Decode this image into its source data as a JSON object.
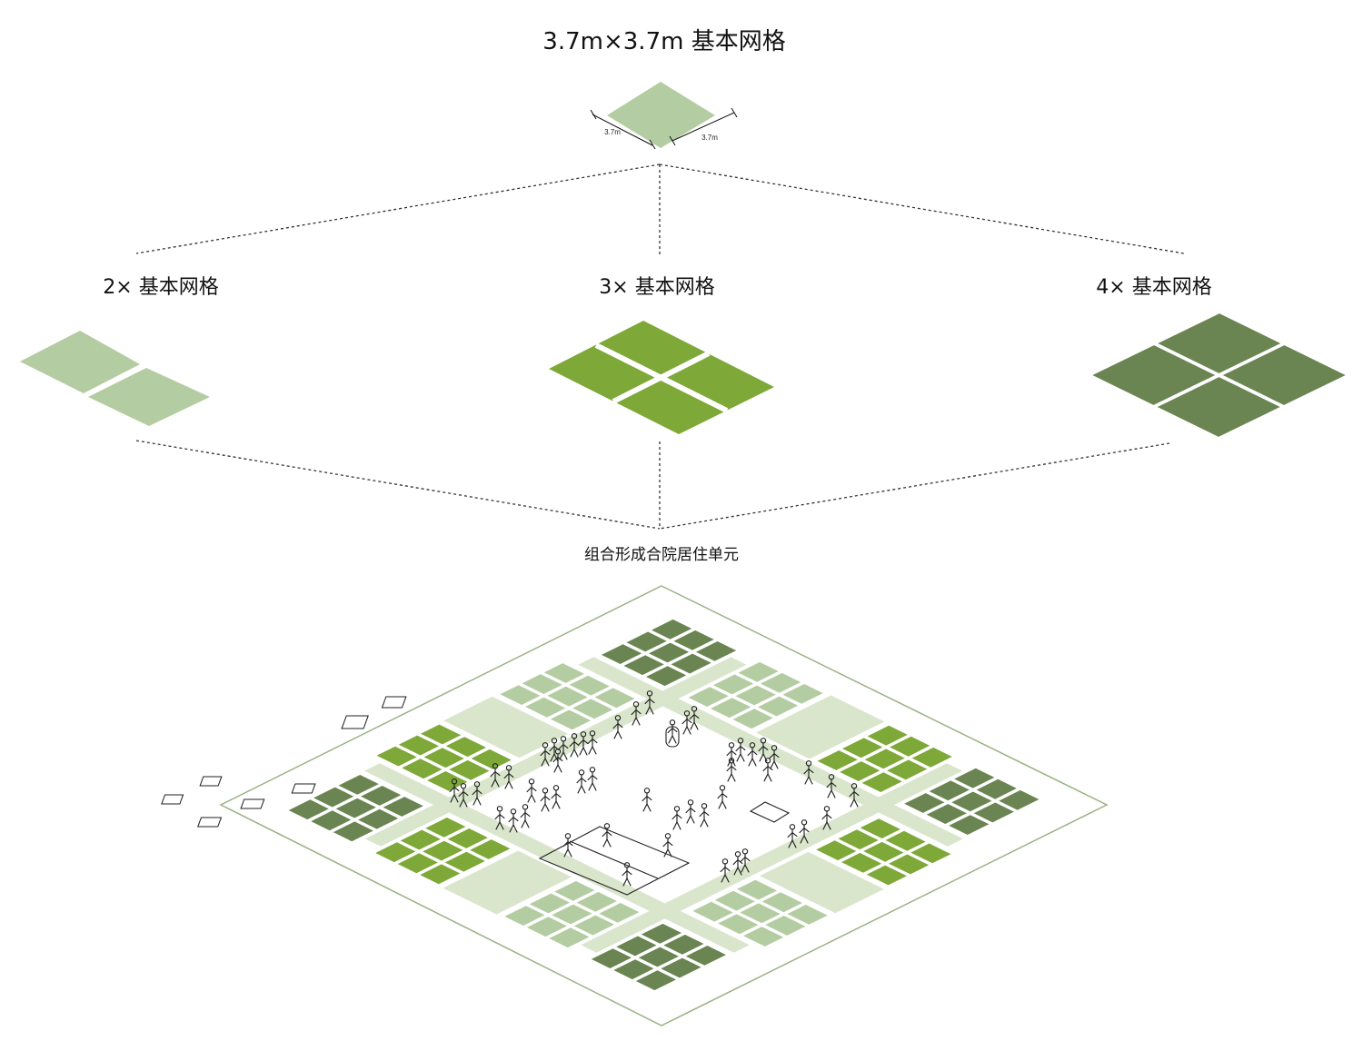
{
  "title": "3.7m×3.7m 基本网格",
  "base_grid": {
    "dim_left": "3.7m",
    "dim_right": "3.7m"
  },
  "grids": [
    {
      "label": "2× 基本网格"
    },
    {
      "label": "3× 基本网格"
    },
    {
      "label": "4× 基本网格"
    }
  ],
  "caption": "组合形成合院居住单元",
  "colors": {
    "light": "#b4cca1",
    "bright": "#7ea838",
    "dark": "#6a8552",
    "pale": "#d9e6cc",
    "outline": "#9ab283"
  }
}
